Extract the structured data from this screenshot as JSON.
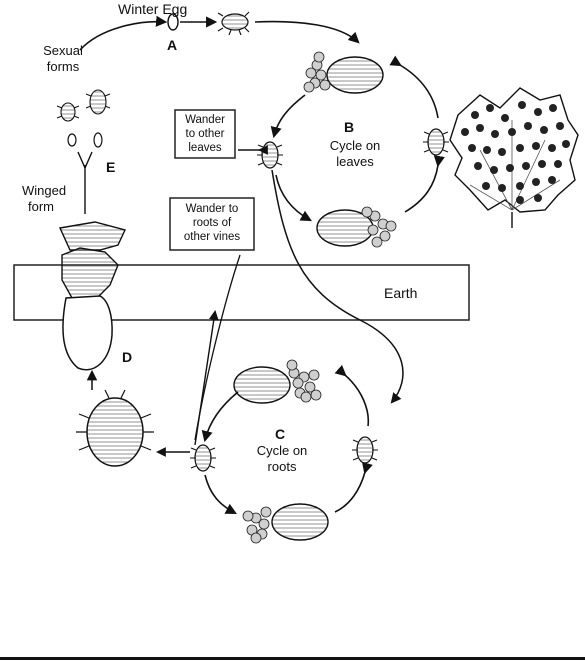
{
  "labels": {
    "winter_egg": "Winter Egg",
    "a": "A",
    "sexual_forms_1": "Sexual",
    "sexual_forms_2": "forms",
    "b": "B",
    "cycle_leaves_1": "Cycle on",
    "cycle_leaves_2": "leaves",
    "e": "E",
    "winged_1": "Winged",
    "winged_2": "form",
    "earth": "Earth",
    "d": "D",
    "c": "C",
    "cycle_roots_1": "Cycle on",
    "cycle_roots_2": "roots"
  },
  "boxes": {
    "wander_leaves": [
      "Wander",
      "to other",
      "leaves"
    ],
    "wander_roots": [
      "Wander to",
      "roots of",
      "other vines"
    ]
  },
  "colors": {
    "ink": "#111111",
    "shade": "#bdbdbd",
    "background": "#ffffff"
  }
}
